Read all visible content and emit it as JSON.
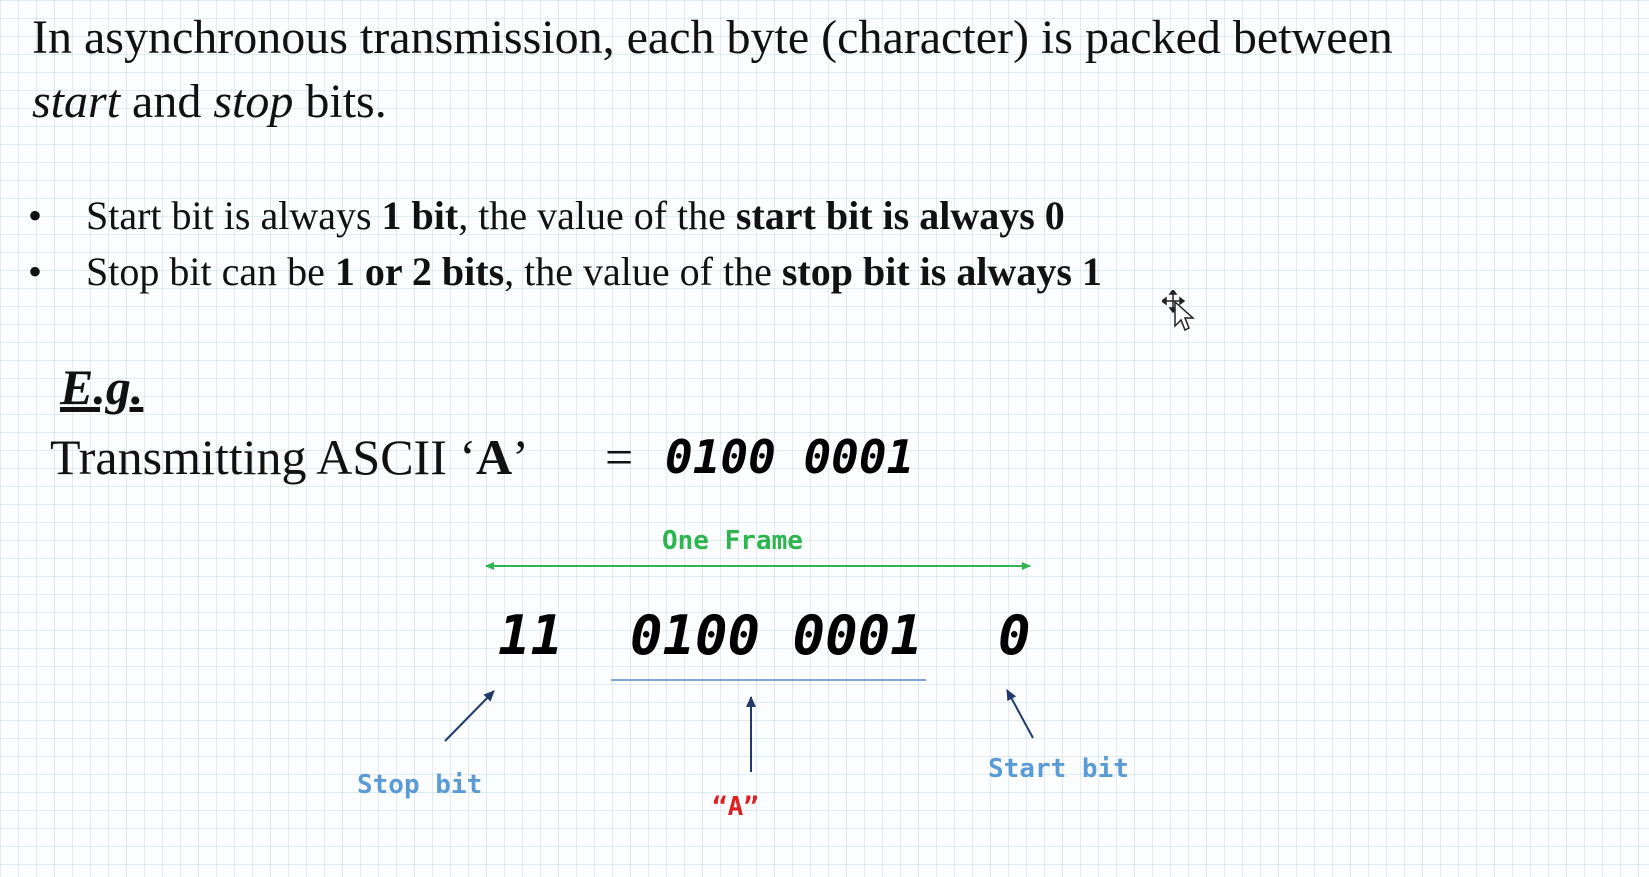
{
  "intro": {
    "part1": "In asynchronous transmission, each byte (character) is packed between",
    "start_word": "start",
    "and_word": " and ",
    "stop_word": "stop",
    "bits_word": " bits."
  },
  "bullets": [
    {
      "marker": "•",
      "t1": "Start bit is always ",
      "b1": "1 bit",
      "t2": ", the value of the ",
      "b2": "start bit is always 0"
    },
    {
      "marker": "•",
      "t1": "Stop bit can be ",
      "b1": "1 or 2 bits",
      "t2": ", the value of the ",
      "b2": "stop bit is always 1"
    }
  ],
  "example": {
    "heading": "E.g.",
    "ascii_prefix": "Transmitting ASCII ‘",
    "ascii_letter": "A",
    "ascii_suffix": "’",
    "equals": "=",
    "ascii_bits": "0100 0001"
  },
  "frame": {
    "label": "One Frame",
    "stop_bits": "11",
    "data_bits": "0100 0001",
    "start_bits": "0",
    "stop_label": "Stop bit",
    "start_label": "Start bit",
    "char_label": "“A”"
  },
  "colors": {
    "frame_arrow": "#2db54e",
    "bit_labels": "#5b9bd5",
    "char_label": "#e02020",
    "pointer_arrows": "#1f3a6b"
  },
  "cursor_icon": "move-cursor-icon"
}
